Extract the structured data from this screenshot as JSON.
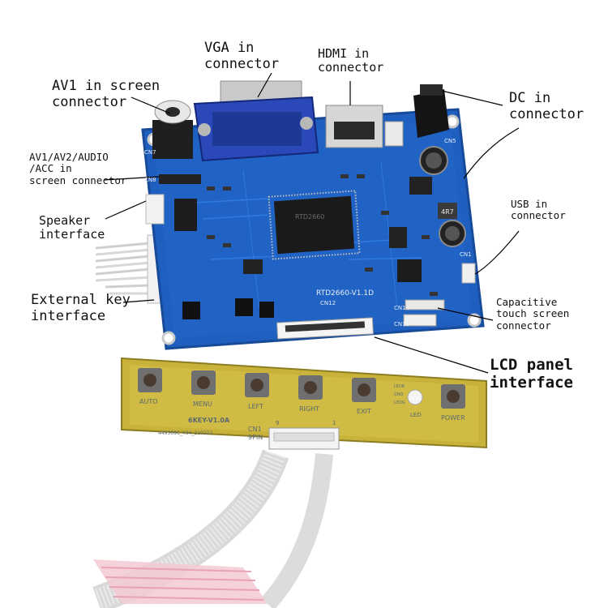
{
  "labels": {
    "vga": [
      "VGA in",
      "connector"
    ],
    "hdmi": [
      "HDMI in",
      "connector"
    ],
    "av1": [
      "AV1 in screen",
      "connector"
    ],
    "dc": [
      "DC in",
      "connector"
    ],
    "av_audio": [
      "AV1/AV2/AUDIO",
      "/ACC in",
      "screen connector"
    ],
    "speaker": [
      "Speaker",
      "interface"
    ],
    "usb": [
      "USB in",
      "connector"
    ],
    "external_key": [
      "External key",
      "interface"
    ],
    "capacitive": [
      "Capacitive",
      "touch screen",
      "connector"
    ],
    "lcd": [
      "LCD panel",
      "interface"
    ]
  },
  "board_silk": {
    "model": "RTD2660-V1.1D",
    "cn7": "CN7",
    "cn8": "CN8",
    "cn5": "CN5",
    "cn1": "CN1",
    "cn12": "CN12",
    "cn14": "CN14",
    "cn15": "CN15",
    "chip": "RTD2660",
    "inductor": "4R7"
  },
  "keypad": {
    "buttons": [
      "AUTO",
      "MENU",
      "LEFT",
      "RIGHT",
      "EXIT",
      "POWER"
    ],
    "led_label": "LED",
    "board_name": "6KEY-V1.0A",
    "serial": "449369C_Y34_210222",
    "connector": [
      "CN1",
      "9PIN"
    ],
    "pin9": "9",
    "pin1": "1",
    "led_pins": [
      "LEDR",
      "GND",
      "LEDG"
    ]
  },
  "colors": {
    "pcb": "#1f5fbf",
    "pcb_edge": "#174a99",
    "keypad_pcb": "#c9b23a",
    "vga_blue": "#2a48b8",
    "label_text": "#111111"
  }
}
